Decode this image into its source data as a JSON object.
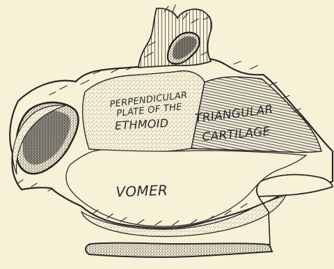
{
  "labels": {
    "ethmoid": [
      "PERPENDICULAR",
      "PLATE OF THE",
      "ETHMOID"
    ],
    "cartilage": [
      "TRIANGULAR",
      "CARTILAGE"
    ],
    "vomer": "VOMER"
  },
  "colors": {
    "paper": "#f7f1d8",
    "ink": "#272727",
    "stipple": "#3a3a3a",
    "sinus_fill": "#1e1e1e"
  }
}
